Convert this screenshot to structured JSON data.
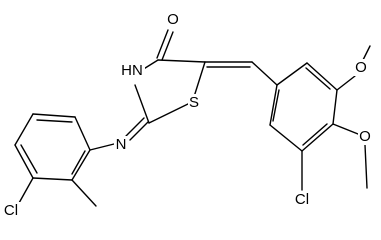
{
  "molecule": {
    "atoms": {
      "carbonyl_oxygen": "O",
      "ring_nitrogen": "HN",
      "ring_sulfur": "S",
      "imine_nitrogen": "N",
      "chlorine_left": "Cl",
      "chlorine_right": "Cl",
      "methoxy_oxygen_top": "O",
      "methoxy_oxygen_mid": "O"
    }
  }
}
